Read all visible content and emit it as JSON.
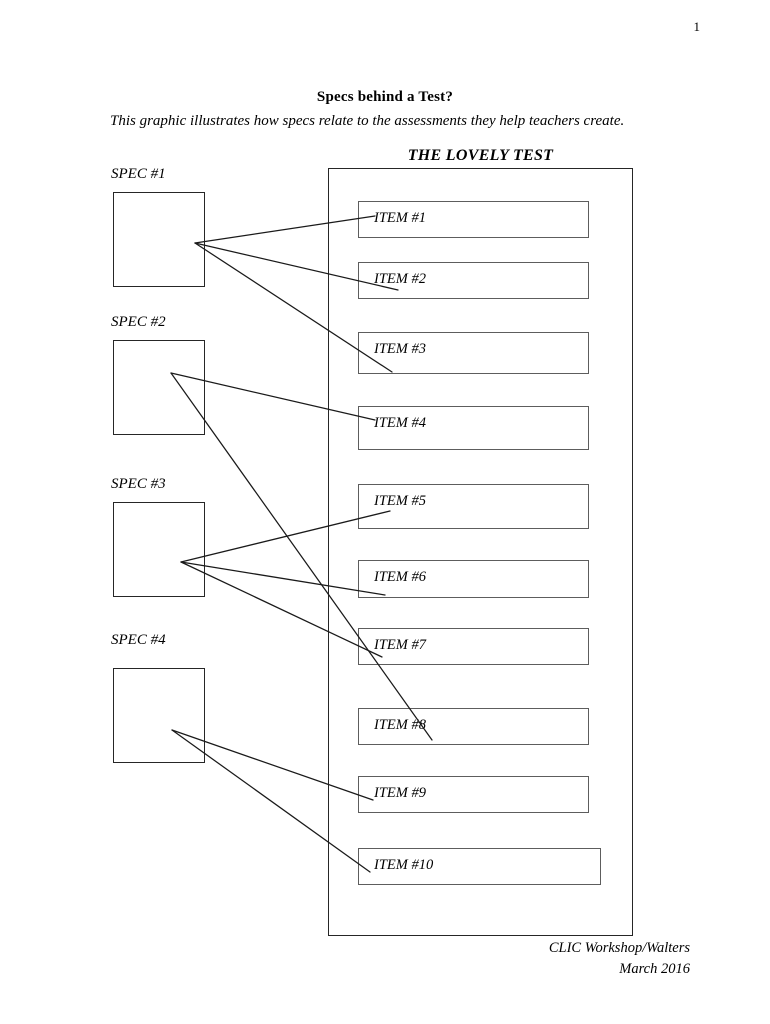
{
  "page": {
    "number": "1"
  },
  "header": {
    "title": "Specs behind a Test?",
    "subtitle": "This graphic illustrates how specs relate to the assessments they help teachers create.",
    "test_heading": "THE LOVELY TEST"
  },
  "specs": [
    {
      "label": "SPEC #1"
    },
    {
      "label": "SPEC #2"
    },
    {
      "label": "SPEC #3"
    },
    {
      "label": "SPEC #4"
    }
  ],
  "items": [
    {
      "label": "ITEM #1"
    },
    {
      "label": "ITEM #2"
    },
    {
      "label": "ITEM #3"
    },
    {
      "label": "ITEM #4"
    },
    {
      "label": "ITEM #5"
    },
    {
      "label": "ITEM #6"
    },
    {
      "label": "ITEM #7"
    },
    {
      "label": "ITEM #8"
    },
    {
      "label": "ITEM #9"
    },
    {
      "label": "ITEM #10"
    }
  ],
  "footer": {
    "line1": "CLIC Workshop/Walters",
    "line2": "March 2016"
  },
  "colors": {
    "ink": "#000000",
    "box_stroke": "#262626",
    "item_stroke": "#5d5d5d",
    "paper": "#ffffff"
  }
}
